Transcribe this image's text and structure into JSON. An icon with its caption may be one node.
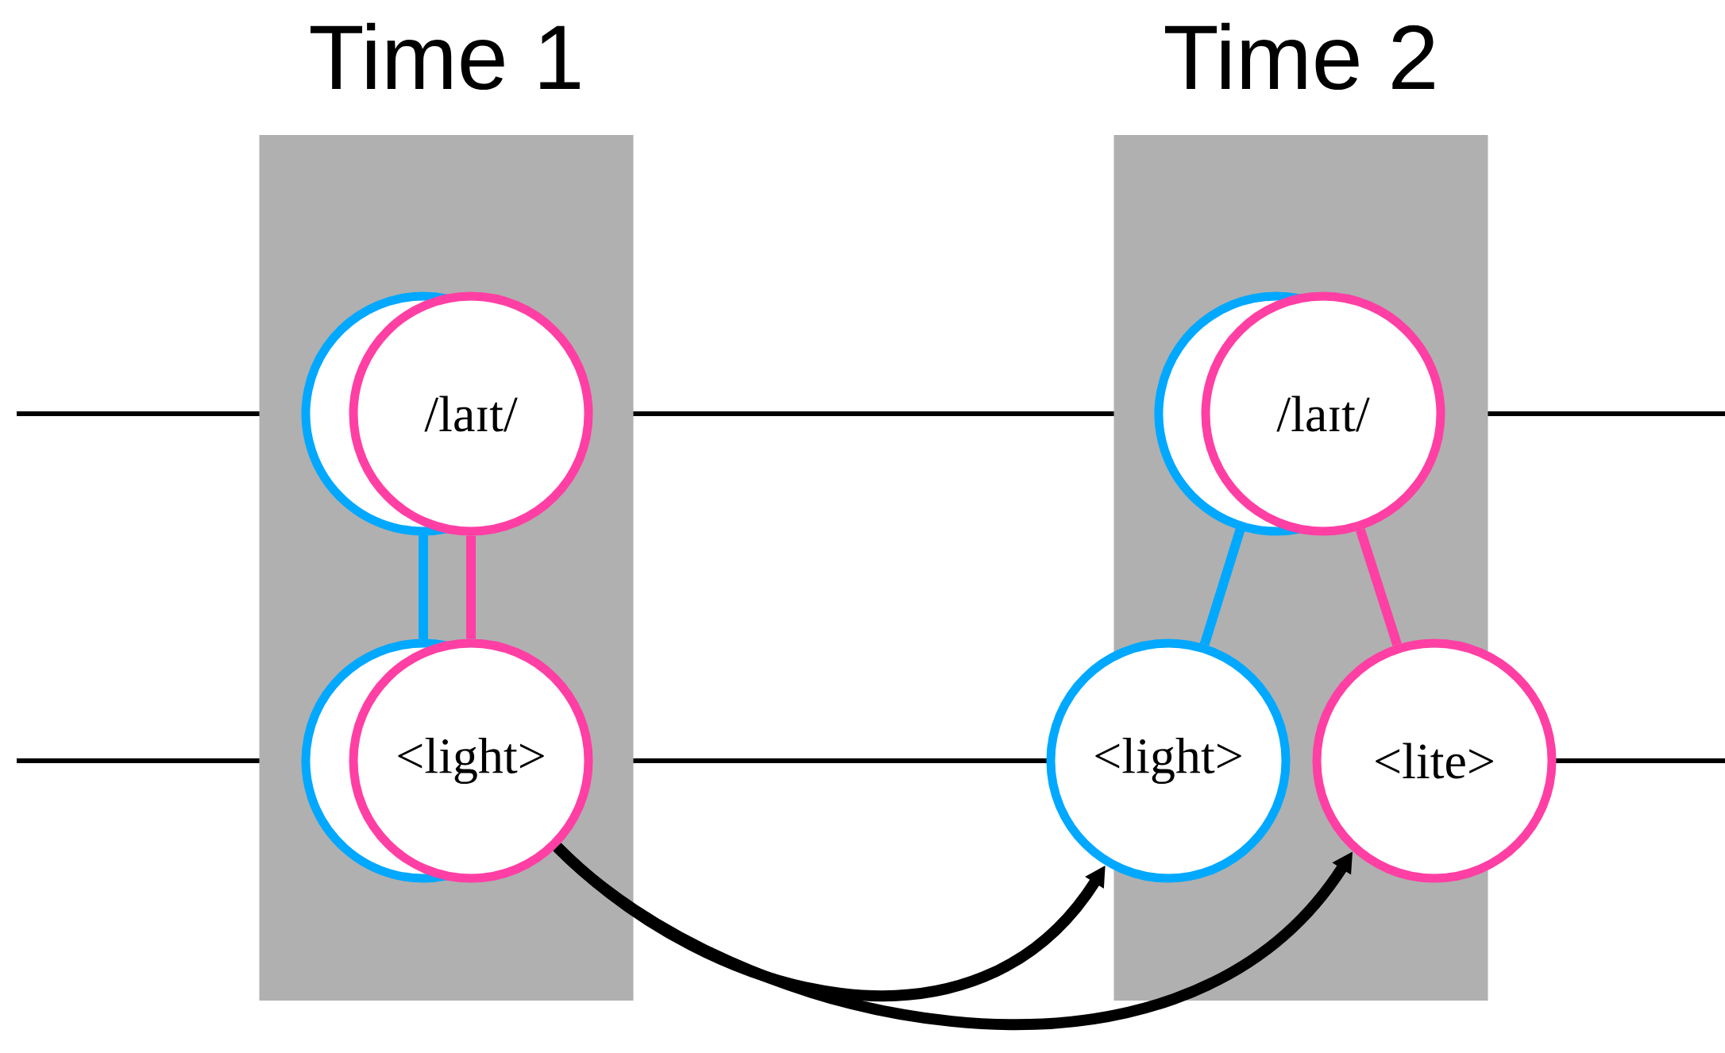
{
  "diagram": {
    "nodes": [
      {
        "text": [
          "Time 1"
        ]
      },
      {
        "text": [],
        "shape": "circle",
        "in": 0
      },
      {
        "text": [
          "/laɪt/"
        ],
        "in": 0
      },
      {
        "text": [],
        "shape": "circle",
        "in": 0
      },
      {
        "text": [
          "<light>"
        ],
        "in": 0
      },
      {
        "text": [
          "Time 2"
        ]
      },
      {
        "text": [],
        "shape": "circle",
        "in": 5
      },
      {
        "text": [
          "/laɪt/"
        ],
        "in": 5
      },
      {
        "text": [
          "<light>"
        ]
      },
      {
        "text": [
          "<lite>"
        ]
      }
    ],
    "edges": [
      {
        "from": 1,
        "to": 3,
        "arrow": "none",
        "color": "#00a8ff"
      },
      {
        "from": 2,
        "to": 4,
        "arrow": "none",
        "color": "#ff3fa4"
      },
      {
        "from": 6,
        "to": 8,
        "arrow": "none",
        "color": "#00a8ff"
      },
      {
        "from": 7,
        "to": 9,
        "arrow": "none",
        "color": "#ff3fa4"
      },
      {
        "from": 4,
        "to": 8,
        "arrow": "to",
        "color": "#000000"
      },
      {
        "from": 4,
        "to": 9,
        "arrow": "to",
        "color": "#000000"
      }
    ]
  }
}
